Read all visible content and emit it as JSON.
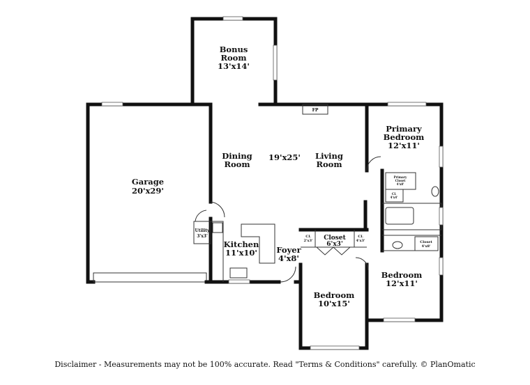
{
  "rooms": {
    "bonus": {
      "name": "Bonus",
      "name2": "Room",
      "size": "13'x14'"
    },
    "garage": {
      "name": "Garage",
      "size": "20'x29'"
    },
    "dining": {
      "name": "Dining",
      "name2": "Room"
    },
    "great": {
      "size": "19'x25'"
    },
    "living": {
      "name": "Living",
      "name2": "Room"
    },
    "fp": {
      "label": "FP"
    },
    "primary": {
      "name": "Primary",
      "name2": "Bedroom",
      "size": "12'x11'"
    },
    "primary_closet": {
      "name": "Primary",
      "name2": "Closet",
      "size": "4'x8'"
    },
    "cl_primary": {
      "name": "CL",
      "size": "4'x4'"
    },
    "utility": {
      "name": "Utility",
      "size": "3'x3'"
    },
    "kitchen": {
      "name": "Kitchen",
      "size": "11'x10'"
    },
    "foyer": {
      "name": "Foyer",
      "size": "4'x8'"
    },
    "cl_left": {
      "name": "CL",
      "size": "2'x3'"
    },
    "closet": {
      "name": "Closet",
      "size": "6'x3'"
    },
    "cl_right": {
      "name": "CL",
      "size": "4'x3'"
    },
    "closet_small": {
      "name": "Closet",
      "size": "4'x8'"
    },
    "bedroom_center": {
      "name": "Bedroom",
      "size": "10'x15'"
    },
    "bedroom_right": {
      "name": "Bedroom",
      "size": "12'x11'"
    }
  },
  "disclaimer": "Disclaimer - Measurements may not be 100% accurate. Read \"Terms & Conditions\" carefully. © PlanOmatic"
}
